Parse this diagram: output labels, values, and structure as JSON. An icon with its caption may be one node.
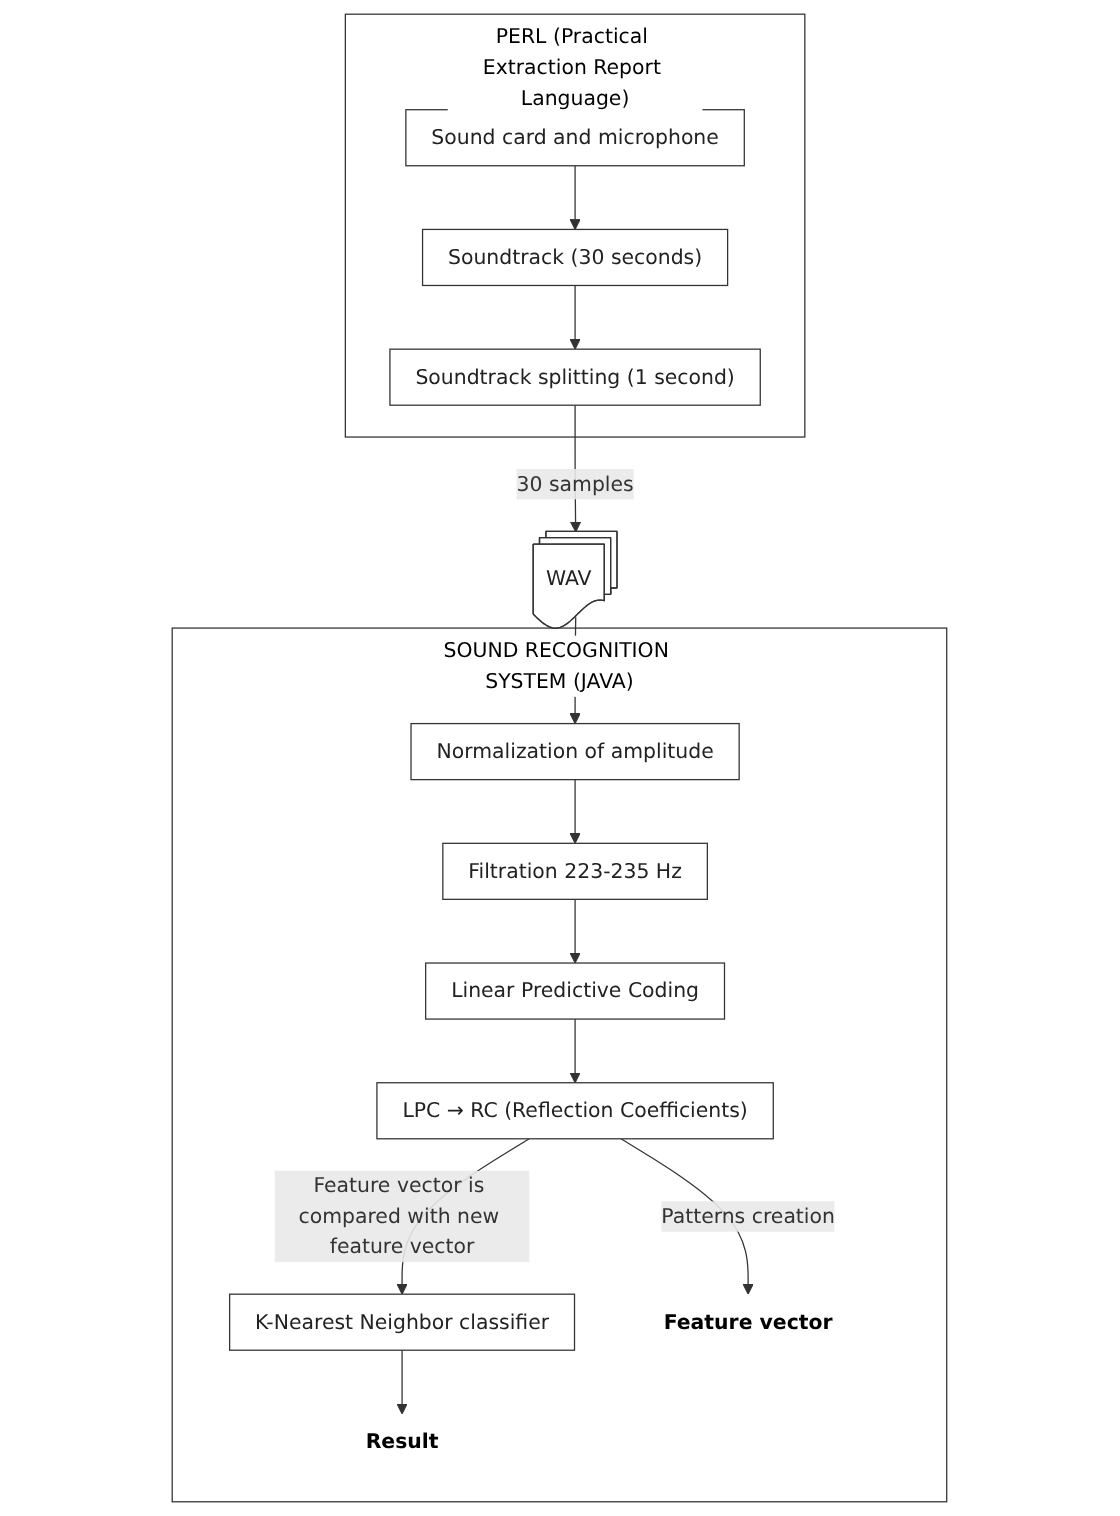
{
  "diagram": {
    "nodes": [
      {
        "text": [
          "PERL (Practical Extraction Report Language)"
        ]
      },
      {
        "text": [
          "Soundtrack splitting (1 second)"
        ],
        "in": 0
      },
      {
        "text": [
          "Soundtrack (30 seconds)"
        ],
        "in": 0
      },
      {
        "text": [
          "Sound card and microphone"
        ],
        "in": 0
      },
      {
        "text": [
          "WAV"
        ]
      },
      {
        "text": [
          "SOUND RECOGNITION SYSTEM (JAVA)"
        ]
      },
      {
        "text": [
          "Normalization of amplitude"
        ],
        "in": 5
      },
      {
        "text": [
          "Filtration 223-235 Hz"
        ],
        "in": 5
      },
      {
        "text": [
          "Linear Predictive Coding"
        ],
        "in": 5
      },
      {
        "text": [
          "LPC → RC (Reflection Coefficients)"
        ],
        "in": 5
      },
      {
        "text": [
          "K-Nearest Neighbor classifier"
        ],
        "in": 5
      },
      {
        "text": [
          "Feature vector"
        ],
        "in": 5
      },
      {
        "text": [
          "Result"
        ],
        "in": 5
      }
    ],
    "edges": [
      {
        "from": 3,
        "to": 2,
        "arrow": "to"
      },
      {
        "from": 2,
        "to": 1,
        "arrow": "to"
      },
      {
        "from": 1,
        "to": 4,
        "arrow": "to",
        "label": "30 samples"
      },
      {
        "from": 4,
        "to": 6,
        "arrow": "to"
      },
      {
        "from": 6,
        "to": 7,
        "arrow": "to"
      },
      {
        "from": 7,
        "to": 8,
        "arrow": "to"
      },
      {
        "from": 8,
        "to": 9,
        "arrow": "to"
      },
      {
        "from": 9,
        "to": 10,
        "arrow": "to",
        "label": "Feature vector is compared with new feature vector"
      },
      {
        "from": 9,
        "to": 11,
        "arrow": "to",
        "label": "Patterns creation"
      },
      {
        "from": 10,
        "to": 12,
        "arrow": "to"
      }
    ]
  }
}
